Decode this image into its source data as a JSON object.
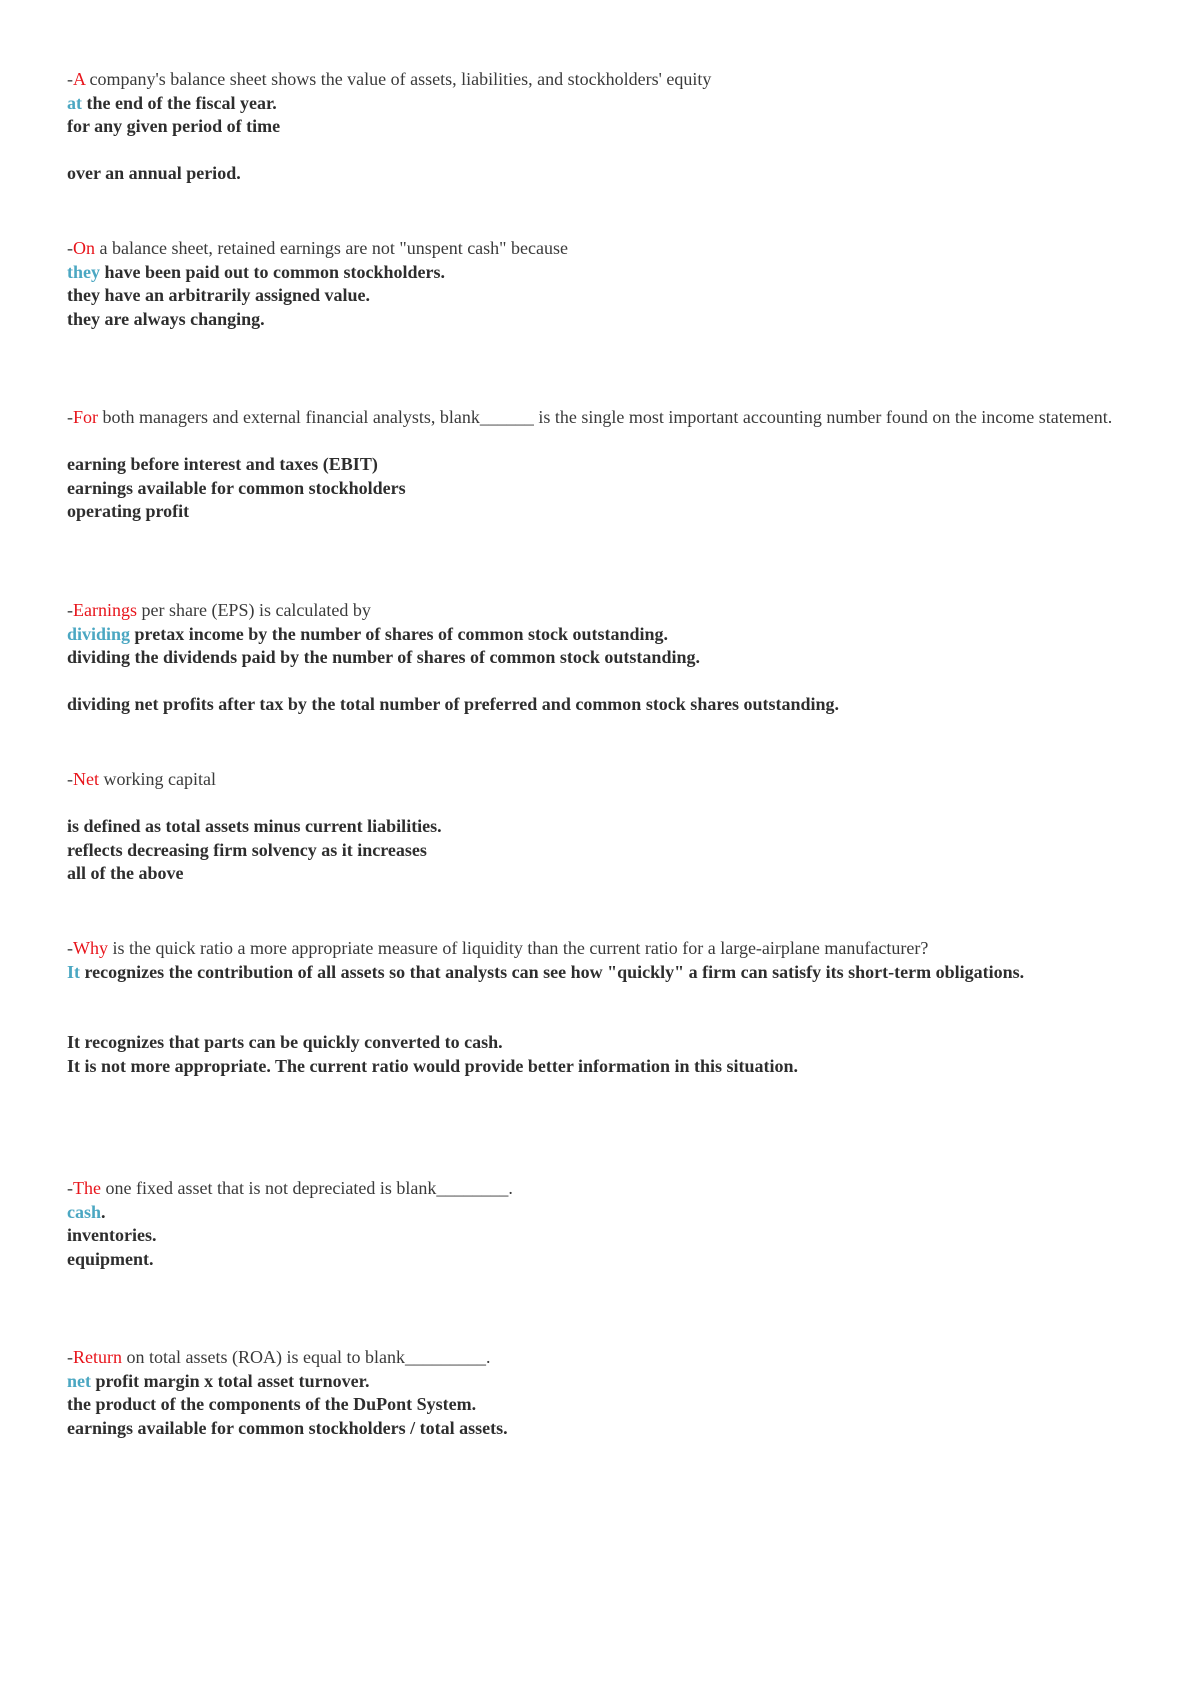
{
  "questions": [
    {
      "keyword": "A",
      "stem_rest": " company's balance sheet shows the value of assets, liabilities, and stockholders' equity",
      "options": [
        {
          "lead": "at",
          "rest": " the end of the fiscal year."
        },
        {
          "lead": "",
          "rest": "for any given period of time"
        },
        {
          "lead": "",
          "rest": ""
        },
        {
          "lead": "",
          "rest": "over an annual period."
        }
      ]
    },
    {
      "keyword": "On",
      "stem_rest": " a balance sheet, retained earnings are not \"unspent cash\" because",
      "options": [
        {
          "lead": "they",
          "rest": " have been paid out to common stockholders."
        },
        {
          "lead": "",
          "rest": "they have an arbitrarily assigned value."
        },
        {
          "lead": "",
          "rest": "they are always changing."
        }
      ]
    },
    {
      "keyword": "For",
      "stem_rest": " both managers and external financial analysts, blank______ is the single most important accounting number found on the income statement.",
      "options": [
        {
          "lead": "",
          "rest": ""
        },
        {
          "lead": "",
          "rest": "earning before interest and taxes (EBIT)"
        },
        {
          "lead": "",
          "rest": "earnings available for common stockholders"
        },
        {
          "lead": "",
          "rest": "operating profit"
        }
      ]
    },
    {
      "keyword": "Earnings",
      "stem_rest": " per share (EPS) is calculated by",
      "options": [
        {
          "lead": "dividing",
          "rest": " pretax income by the number of shares of common stock outstanding."
        },
        {
          "lead": "",
          "rest": "dividing the dividends paid by the number of shares of common stock outstanding."
        },
        {
          "lead": "",
          "rest": ""
        },
        {
          "lead": "",
          "rest": "dividing net profits after tax by the total number of preferred and common stock shares outstanding."
        }
      ]
    },
    {
      "keyword": "Net",
      "stem_rest": " working capital",
      "options": [
        {
          "lead": "",
          "rest": ""
        },
        {
          "lead": "",
          "rest": "is defined as total assets minus current liabilities."
        },
        {
          "lead": "",
          "rest": "reflects decreasing firm solvency as it increases"
        },
        {
          "lead": "",
          "rest": "all of the above"
        }
      ]
    },
    {
      "keyword": "Why",
      "stem_rest": " is the quick ratio a more appropriate measure of liquidity than the current ratio for a large-airplane manufacturer?",
      "options": [
        {
          "lead": "It",
          "rest": " recognizes the contribution of all assets so that analysts can see how \"quickly\" a firm can satisfy its short-term obligations."
        },
        {
          "lead": "",
          "rest": ""
        },
        {
          "lead": "",
          "rest": ""
        },
        {
          "lead": "",
          "rest": "It recognizes that parts can be quickly converted to cash."
        },
        {
          "lead": "",
          "rest": "It is not more appropriate. The current ratio would provide better information in this situation."
        }
      ]
    },
    {
      "keyword": "The",
      "stem_rest": " one fixed asset that is not depreciated is blank________.",
      "options": [
        {
          "lead": "cash",
          "rest": "."
        },
        {
          "lead": "",
          "rest": "inventories."
        },
        {
          "lead": "",
          "rest": "equipment."
        }
      ]
    },
    {
      "keyword": "Return",
      "stem_rest": " on total assets (ROA) is equal to blank_________.",
      "options": [
        {
          "lead": "net",
          "rest": " profit margin x total asset turnover."
        },
        {
          "lead": "",
          "rest": "the product of the components of the DuPont System."
        },
        {
          "lead": "",
          "rest": "earnings available for common stockholders / total assets."
        }
      ]
    }
  ]
}
